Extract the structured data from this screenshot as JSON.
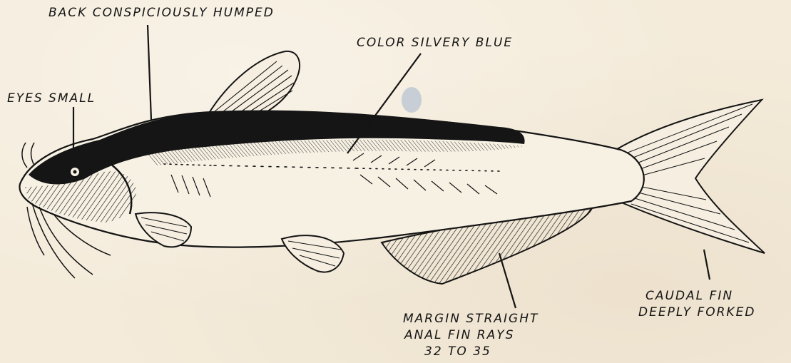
{
  "labels": {
    "back": "BACK CONSPICIOUSLY HUMPED",
    "color": "COLOR SILVERY BLUE",
    "eyes": "EYES SMALL",
    "caudal_line1": "CAUDAL FIN",
    "caudal_line2": "DEEPLY FORKED",
    "anal_line1": "MARGIN STRAIGHT",
    "anal_line2": "ANAL FIN RAYS",
    "anal_line3": "32 TO 35"
  },
  "colors": {
    "paper": "#f4ebda",
    "ink": "#141414",
    "stain": "#b7c3d2"
  }
}
